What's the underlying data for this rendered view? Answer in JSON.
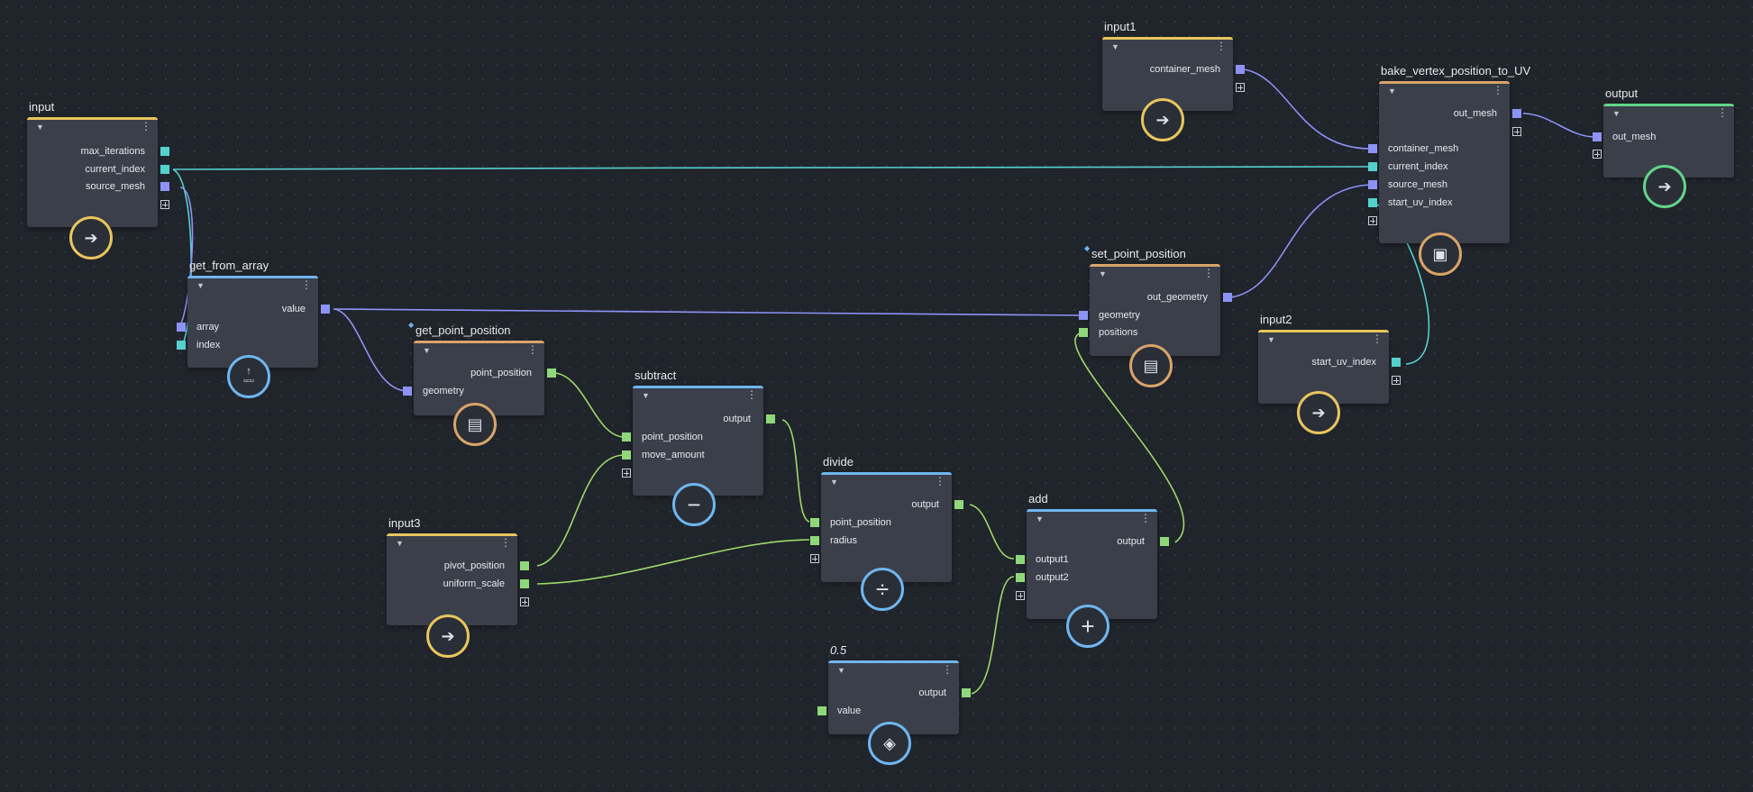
{
  "nodes": {
    "input": {
      "title": "input",
      "ports": [
        "max_iterations",
        "current_index",
        "source_mesh"
      ]
    },
    "get_from_array": {
      "title": "get_from_array",
      "output": "value",
      "inputs": [
        "array",
        "index"
      ]
    },
    "get_point_position": {
      "title": "get_point_position",
      "output": "point_position",
      "inputs": [
        "geometry"
      ]
    },
    "subtract": {
      "title": "subtract",
      "output": "output",
      "inputs": [
        "point_position",
        "move_amount"
      ]
    },
    "divide": {
      "title": "divide",
      "output": "output",
      "inputs": [
        "point_position",
        "radius"
      ]
    },
    "add": {
      "title": "add",
      "output": "output",
      "inputs": [
        "output1",
        "output2"
      ]
    },
    "input3": {
      "title": "input3",
      "ports": [
        "pivot_position",
        "uniform_scale"
      ]
    },
    "constant": {
      "title": "0.5",
      "output": "output",
      "inputs": [
        "value"
      ]
    },
    "set_point_position": {
      "title": "set_point_position",
      "output": "out_geometry",
      "inputs": [
        "geometry",
        "positions"
      ]
    },
    "input1": {
      "title": "input1",
      "ports": [
        "container_mesh"
      ]
    },
    "bake": {
      "title": "bake_vertex_position_to_UV",
      "output": "out_mesh",
      "inputs": [
        "container_mesh",
        "current_index",
        "source_mesh",
        "start_uv_index"
      ]
    },
    "output": {
      "title": "output",
      "inputs": [
        "out_mesh"
      ]
    },
    "input2": {
      "title": "input2",
      "ports": [
        "start_uv_index"
      ]
    }
  },
  "colors": {
    "background": "#20242b",
    "node_body": "#3a3f4a",
    "accent_input": "#e8c55e",
    "accent_op": "#6fb6ef",
    "accent_geometry": "#d9a46a",
    "accent_output": "#63d48a",
    "port_mesh": "#8c93f5",
    "port_index": "#54d1ce",
    "port_vector": "#8fd87a"
  },
  "icons": {
    "input_nodes": "arrow-right-icon",
    "get_from_array": "array-pick-icon",
    "get_point_position": "point-list-icon",
    "subtract": "minus-icon",
    "divide": "divide-icon",
    "add": "plus-icon",
    "constant": "gem-icon",
    "set_point_position": "point-write-icon",
    "bake": "bake-icon",
    "output": "arrow-right-icon"
  }
}
